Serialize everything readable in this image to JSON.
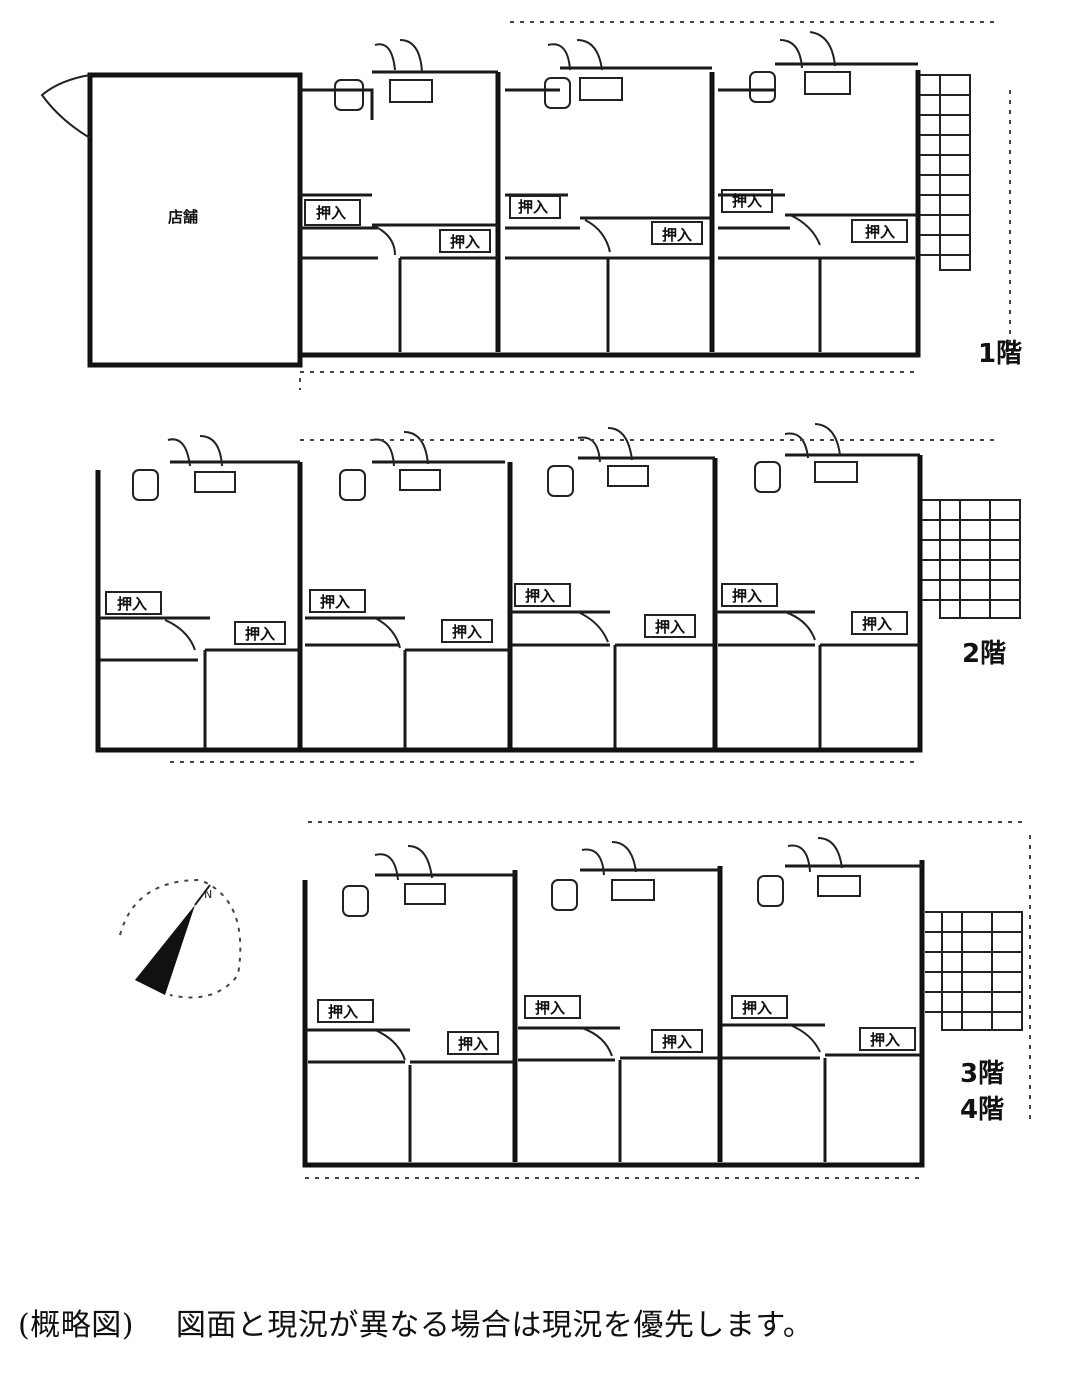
{
  "floors": [
    {
      "label": "1階"
    },
    {
      "label": "2階"
    },
    {
      "label": "3階\n4階"
    }
  ],
  "floor_labels": {
    "f1": "1階",
    "f2": "2階",
    "f3": "3階",
    "f4": "4階"
  },
  "closet_label": "押入",
  "shop_label": "店舗",
  "caption": {
    "prefix": "(概略図)",
    "text": "図面と現況が異なる場合は現況を優先します。"
  },
  "compass": {
    "north_label": "N"
  }
}
